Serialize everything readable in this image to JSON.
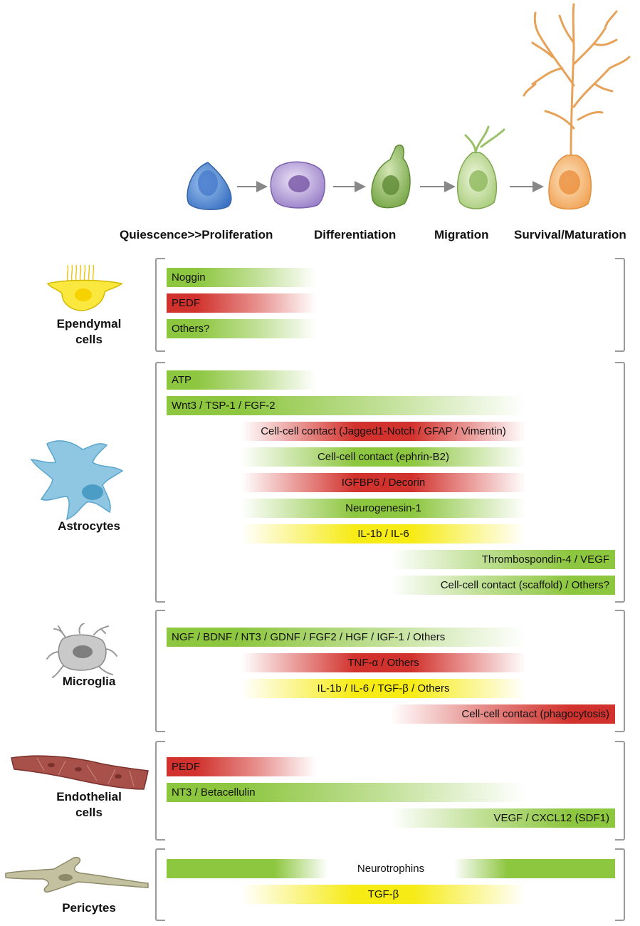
{
  "stages": [
    {
      "label": "Quiescence>>Proliferation"
    },
    {
      "label": "Differentiation"
    },
    {
      "label": "Migration"
    },
    {
      "label": "Survival/Maturation"
    }
  ],
  "colors": {
    "green": "#8dc63f",
    "red": "#d2322d",
    "yellow": "#f6eb14",
    "bracket": "#9a9a9a"
  },
  "groups": [
    {
      "name": "Ependymal\ncells",
      "icon": "ependymal-cell-icon",
      "bars": [
        {
          "label": "Noggin",
          "color": "green",
          "span": [
            0,
            1
          ],
          "fade": "right",
          "align": "left"
        },
        {
          "label": "PEDF",
          "color": "red",
          "span": [
            0,
            1
          ],
          "fade": "right",
          "align": "left"
        },
        {
          "label": "Others?",
          "color": "green",
          "span": [
            0,
            1
          ],
          "fade": "right",
          "align": "left"
        }
      ]
    },
    {
      "name": "Astrocytes",
      "icon": "astrocyte-icon",
      "bars": [
        {
          "label": "ATP",
          "color": "green",
          "span": [
            0,
            1
          ],
          "fade": "right",
          "align": "left"
        },
        {
          "label": "Wnt3 / TSP-1 / FGF-2",
          "color": "green",
          "span": [
            0,
            2.4
          ],
          "fade": "right",
          "align": "left"
        },
        {
          "label": "Cell-cell contact (Jagged1-Notch / GFAP / Vimentin)",
          "color": "red",
          "span": [
            0.5,
            2.4
          ],
          "fade": "both",
          "align": "center"
        },
        {
          "label": "Cell-cell contact (ephrin-B2)",
          "color": "green",
          "span": [
            0.5,
            2.4
          ],
          "fade": "both",
          "align": "center"
        },
        {
          "label": "IGFBP6 / Decorin",
          "color": "red",
          "span": [
            0.5,
            2.4
          ],
          "fade": "both",
          "align": "center"
        },
        {
          "label": "Neurogenesin-1",
          "color": "green",
          "span": [
            0.5,
            2.4
          ],
          "fade": "both",
          "align": "center"
        },
        {
          "label": "IL-1b / IL-6",
          "color": "yellow",
          "span": [
            0.5,
            2.4
          ],
          "fade": "both",
          "align": "center"
        },
        {
          "label": "Thrombospondin-4 / VEGF",
          "color": "green",
          "span": [
            1.5,
            3
          ],
          "fade": "left",
          "align": "right"
        },
        {
          "label": "Cell-cell contact (scaffold) / Others?",
          "color": "green",
          "span": [
            1.5,
            3
          ],
          "fade": "left",
          "align": "right"
        }
      ]
    },
    {
      "name": "Microglia",
      "icon": "microglia-icon",
      "bars": [
        {
          "label": "NGF / BDNF / NT3 / GDNF / FGF2 / HGF / IGF-1 / Others",
          "color": "green",
          "span": [
            0,
            2.4
          ],
          "fade": "right",
          "align": "left"
        },
        {
          "label": "TNF-α / Others",
          "color": "red",
          "span": [
            0.5,
            2.4
          ],
          "fade": "both",
          "align": "center"
        },
        {
          "label": "IL-1b / IL-6 / TGF-β / Others",
          "color": "yellow",
          "span": [
            0.5,
            2.4
          ],
          "fade": "both",
          "align": "center"
        },
        {
          "label": "Cell-cell contact (phagocytosis)",
          "color": "red",
          "span": [
            1.5,
            3
          ],
          "fade": "left",
          "align": "right"
        }
      ]
    },
    {
      "name": "Endothelial\ncells",
      "icon": "endothelial-cell-icon",
      "bars": [
        {
          "label": "PEDF",
          "color": "red",
          "span": [
            0,
            1
          ],
          "fade": "right",
          "align": "left"
        },
        {
          "label": "NT3 / Betacellulin",
          "color": "green",
          "span": [
            0,
            2.4
          ],
          "fade": "right",
          "align": "left"
        },
        {
          "label": "VEGF / CXCL12 (SDF1)",
          "color": "green",
          "span": [
            1.5,
            3
          ],
          "fade": "left",
          "align": "right"
        }
      ]
    },
    {
      "name": "Pericytes",
      "icon": "pericyte-icon",
      "bars": [
        {
          "label": "Neurotrophins",
          "color": "green",
          "span": [
            0,
            3
          ],
          "fade": "middle",
          "align": "center"
        },
        {
          "label": "TGF-β",
          "color": "yellow",
          "span": [
            0.5,
            2.4
          ],
          "fade": "both",
          "align": "center"
        }
      ]
    }
  ]
}
